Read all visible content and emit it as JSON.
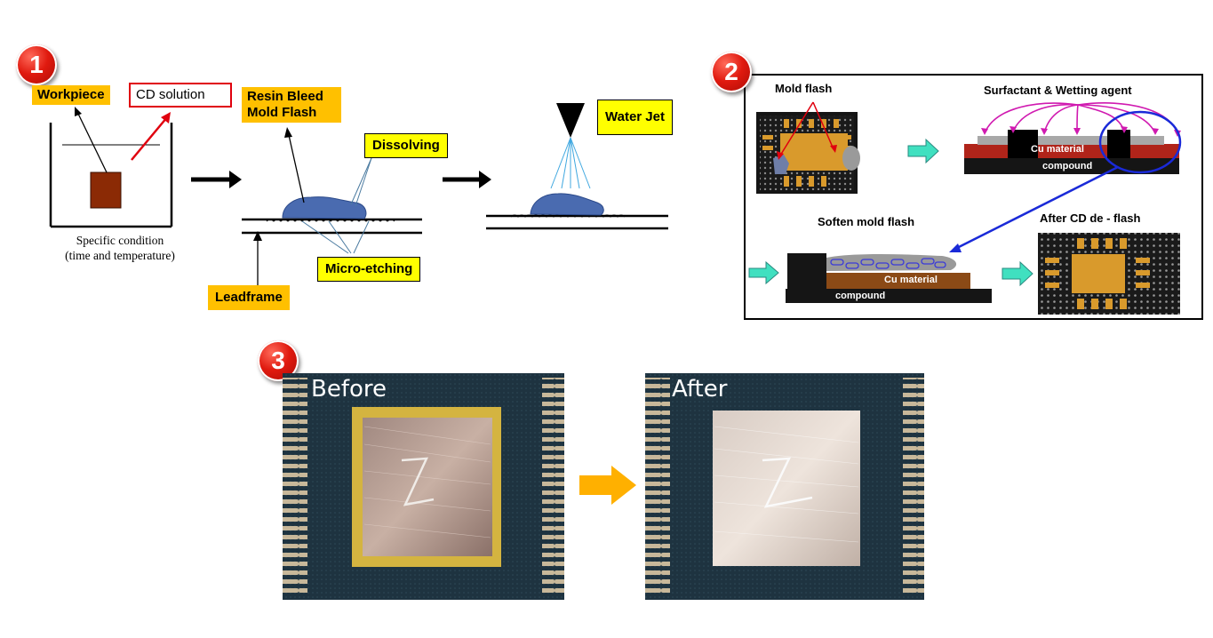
{
  "badges": {
    "one": "1",
    "two": "2",
    "three": "3"
  },
  "panel1": {
    "workpiece_label": "Workpiece",
    "cd_solution_label": "CD solution",
    "condition_line1": "Specific condition",
    "condition_line2": "(time and temperature)",
    "resin_bleed_line1": "Resin Bleed",
    "resin_bleed_line2": "Mold Flash",
    "dissolving_label": "Dissolving",
    "micro_etching_label": "Micro-etching",
    "leadframe_label": "Leadframe",
    "water_jet_label": "Water Jet"
  },
  "panel2": {
    "mold_flash_label": "Mold flash",
    "surfactant_label": "Surfactant & Wetting  agent",
    "cu_material_top": "Cu material",
    "compound_top": "compound",
    "soften_label": "Soften mold flash",
    "cu_material_bottom": "Cu material",
    "compound_bottom": "compound",
    "after_label": "After CD de  - flash"
  },
  "panel3": {
    "before_label": "Before",
    "after_label": "After"
  },
  "colors": {
    "badge_red": "#e01a0f",
    "label_orange": "#ffc000",
    "box_yellow": "#ffff00",
    "arrow_cyan": "#40e0c0",
    "arrow_orange": "#ffb000",
    "mold_blue": "#4a6bb0",
    "cu_brown": "#a0521c"
  }
}
